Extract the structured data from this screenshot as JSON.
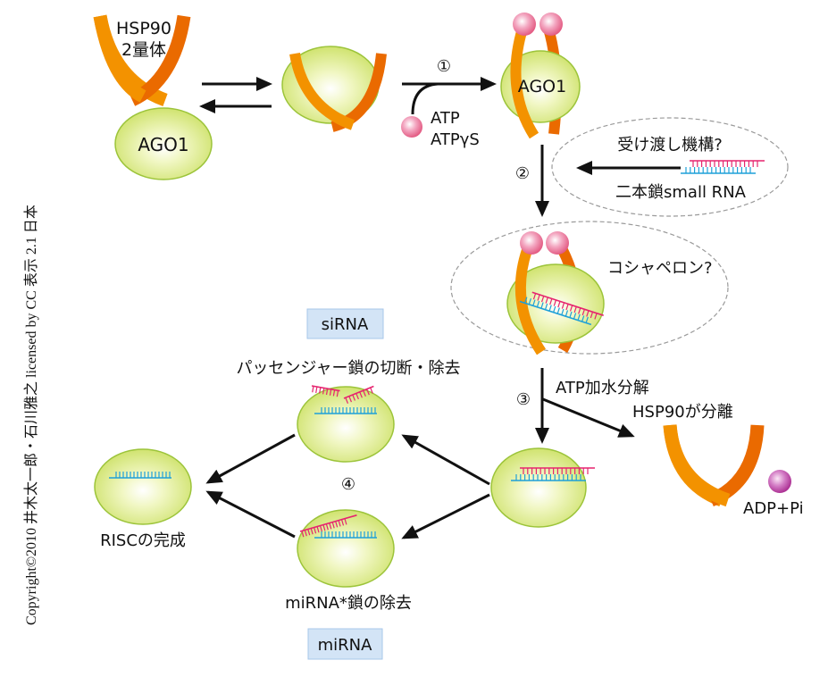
{
  "copyright": "Copyright©2010 井木太一郎・石川雅之 licensed by CC 表示 2.1 日本",
  "colors": {
    "hsp90_light": "#f39200",
    "hsp90_dark": "#ea6a00",
    "ago1_fill_center": "#fbfde9",
    "ago1_fill_edge": "#cfe26a",
    "ago1_stroke": "#9cc43a",
    "atp_ball": "#e85a86",
    "pi_ball": "#b8379c",
    "guide_strand": "#1ea0d8",
    "passenger_strand": "#e6246e",
    "tag_fill": "#d3e4f6",
    "tag_stroke": "#a7c7ea",
    "dashed": "#9a9a9a"
  },
  "labels": {
    "hsp90_dimer_line1": "HSP90",
    "hsp90_dimer_line2": "2量体",
    "ago1_free": "AGO1",
    "ago1_bound": "AGO1",
    "step1": "①",
    "step2": "②",
    "step3": "③",
    "step4": "④",
    "atp": "ATP",
    "atp_gamma_s": "ATPγS",
    "handover_mechanism": "受け渡し機構?",
    "duplex_small_rna": "二本鎖small RNA",
    "cochaperone": "コシャペロン?",
    "atp_hydrolysis": "ATP加水分解",
    "hsp90_release": "HSP90が分離",
    "adp_pi": "ADP+Pi",
    "sirna_tag": "siRNA",
    "mirna_tag": "miRNA",
    "passenger_cleavage": "パッセンジャー鎖の切断・除去",
    "mirna_star_removal": "miRNA*鎖の除去",
    "risc_complete": "RISCの完成"
  }
}
